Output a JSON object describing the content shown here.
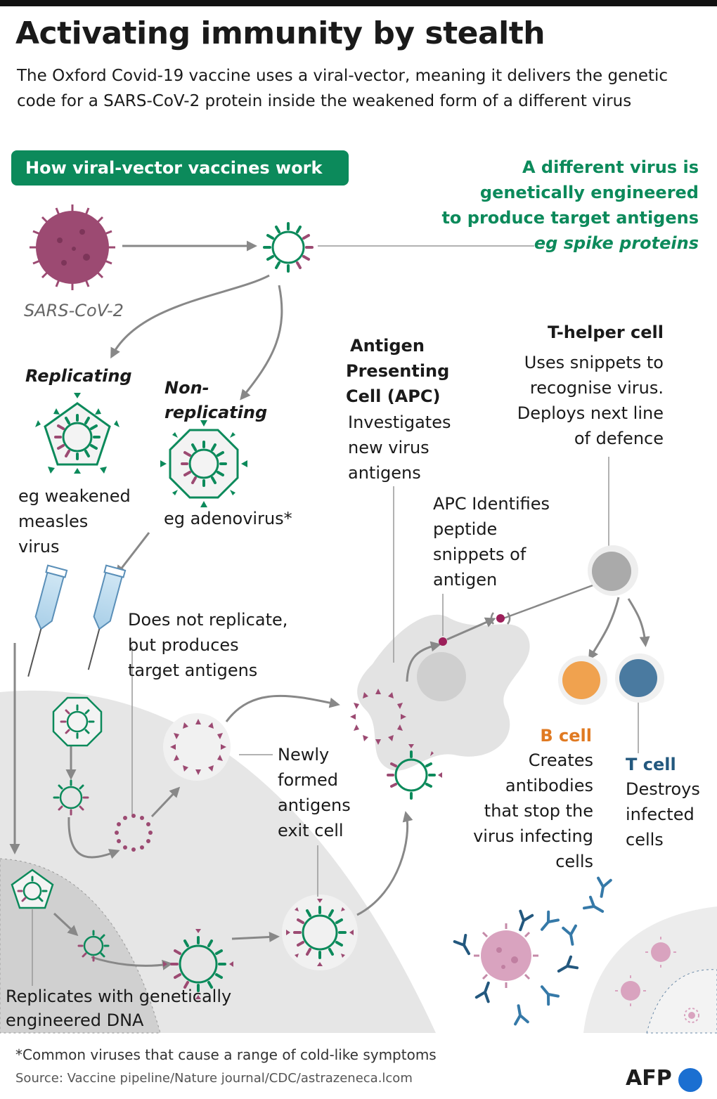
{
  "header": {
    "title": "Activating immunity by stealth",
    "subtitle": "The Oxford Covid-19 vaccine uses a viral-vector, meaning it delivers the genetic code for a SARS-CoV-2 protein inside the weakened form of a different virus"
  },
  "section_label": "How viral-vector vaccines work",
  "engineered_caption": {
    "line1": "A different virus is",
    "line2": "genetically engineered",
    "line3": "to produce target antigens",
    "line4": "eg spike proteins"
  },
  "sars_label": "SARS-CoV-2",
  "replicating": {
    "heading": "Replicating",
    "example_line1": "eg weakened",
    "example_line2": "measles",
    "example_line3": "virus"
  },
  "non_replicating": {
    "heading_line1": "Non-",
    "heading_line2": "replicating",
    "example": "eg adenovirus*"
  },
  "apc": {
    "heading_line1": "Antigen",
    "heading_line2": "Presenting",
    "heading_line3": "Cell (APC)",
    "desc_line1": "Investigates",
    "desc_line2": "new virus",
    "desc_line3": "antigens"
  },
  "t_helper": {
    "heading": "T-helper cell",
    "desc_line1": "Uses snippets to",
    "desc_line2": "recognise virus.",
    "desc_line3": "Deploys next line",
    "desc_line4": "of defence"
  },
  "apc_identifies": {
    "line1": "APC Identifies",
    "line2": "peptide",
    "line3": "snippets of",
    "line4": "antigen"
  },
  "does_not_replicate": {
    "line1": "Does not replicate,",
    "line2": "but produces",
    "line3": "target antigens"
  },
  "antigens_exit": {
    "line1": "Newly",
    "line2": "formed",
    "line3": "antigens",
    "line4": "exit cell"
  },
  "b_cell": {
    "heading": "B cell",
    "desc_line1": "Creates",
    "desc_line2": "antibodies",
    "desc_line3": "that stop the",
    "desc_line4": "virus infecting",
    "desc_line5": "cells"
  },
  "t_cell": {
    "heading": "T cell",
    "desc_line1": "Destroys",
    "desc_line2": "infected",
    "desc_line3": "cells"
  },
  "replicates_caption": {
    "line1": "Replicates with genetically",
    "line2": "engineered DNA"
  },
  "footnote": "*Common viruses that cause a range of cold-like symptoms",
  "source": "Source: Vaccine pipeline/Nature journal/CDC/astrazeneca.lcom",
  "logo": "AFP",
  "colors": {
    "green": "#0c8a5b",
    "sars_purple": "#9c4a72",
    "orange": "#e07a22",
    "blue": "#23587e",
    "cell_gray": "#e6e6e6"
  }
}
